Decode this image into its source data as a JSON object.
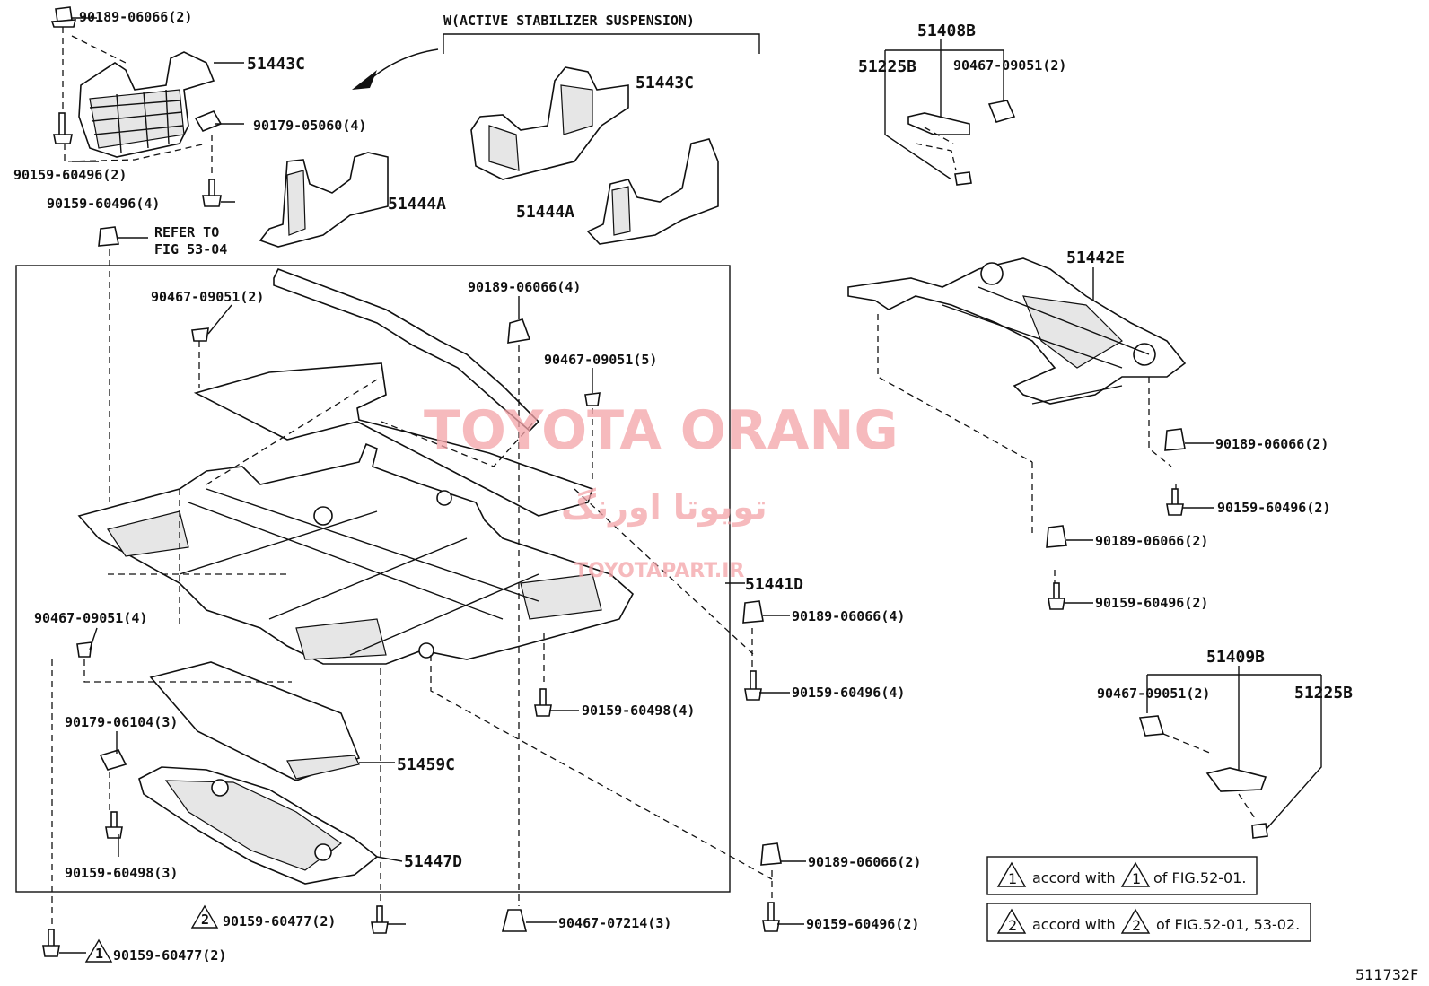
{
  "header": {
    "variant_note": "W(ACTIVE STABILIZER SUSPENSION)"
  },
  "callouts": {
    "c1": "90189-06066(2)",
    "c2": "51443C",
    "c3": "90179-05060(4)",
    "c4": "90159-60496(2)",
    "c5": "90159-60496(4)",
    "c6": "51444A",
    "c7": "REFER TO",
    "c8": "FIG 53-04",
    "c9": "51443C",
    "c10": "51444A",
    "c11": "51408B",
    "c12": "51225B",
    "c13": "90467-09051(2)",
    "c14": "51442E",
    "c15": "90467-09051(2)",
    "c16": "90189-06066(4)",
    "c17": "90467-09051(5)",
    "c18": "90189-06066(2)",
    "c19": "90159-60496(2)",
    "c20": "90189-06066(2)",
    "c21": "90159-60496(2)",
    "c22": "51441D",
    "c23": "90189-06066(4)",
    "c24": "90159-60496(4)",
    "c25": "90467-09051(4)",
    "c26": "90159-60498(4)",
    "c27": "90179-06104(3)",
    "c28": "51459C",
    "c29": "51447D",
    "c30": "90159-60498(3)",
    "c31": "90189-06066(2)",
    "c32": "90159-60496(2)",
    "c33": "90159-60477(2)",
    "c34": "90467-07214(3)",
    "c35": "90159-60477(2)",
    "c36": "51409B",
    "c37": "90467-09051(2)",
    "c38": "51225B"
  },
  "notes": [
    {
      "mark": "1",
      "text_a": "accord with",
      "text_b": "of FIG.52-01."
    },
    {
      "mark": "2",
      "text_a": "accord with",
      "text_b": "of FIG.52-01, 53-02."
    }
  ],
  "marks": {
    "m1": "2",
    "m2": "1"
  },
  "watermark": {
    "line1": "TOYOTA ORANG",
    "line2": "تویوتا اورنگ",
    "line3": "TOYOTAPART.IR"
  },
  "figure_code": "511732F"
}
